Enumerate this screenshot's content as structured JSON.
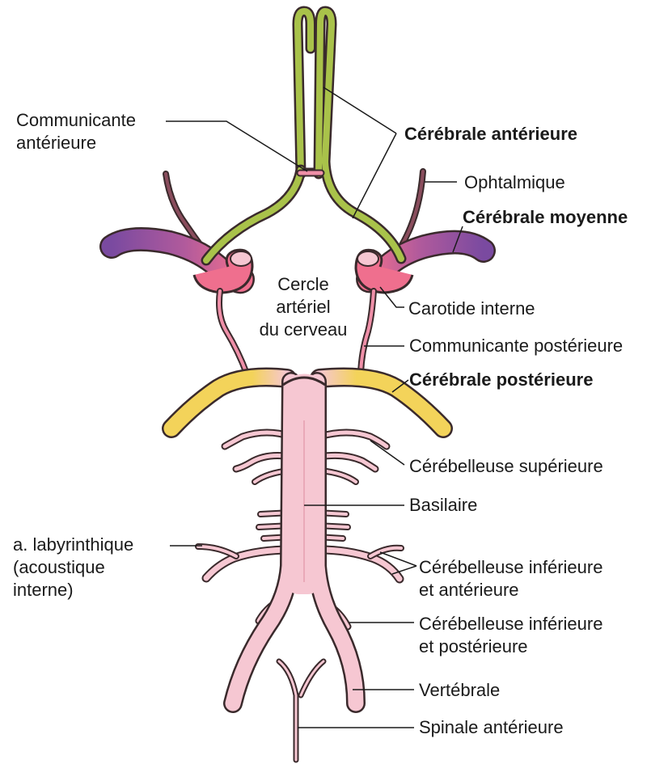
{
  "colors": {
    "vessel_fill": "#f6c7d2",
    "vessel_stroke": "#3a2a2c",
    "anterior": "#a9c24a",
    "middle": "#7a4aa0",
    "carotid": "#ef6f8e",
    "posterior": "#f3d35a",
    "ophthalmic": "#8a4d5d",
    "leader": "#1a1a1a"
  },
  "labels": {
    "communicante_anterieure": [
      "Communicante",
      "antérieure"
    ],
    "cerebrale_anterieure": "Cérébrale antérieure",
    "ophtalmique": "Ophtalmique",
    "cerebrale_moyenne": "Cérébrale moyenne",
    "cercle": [
      "Cercle",
      "artériel",
      "du cerveau"
    ],
    "carotide_interne": "Carotide interne",
    "communicante_posterieure": "Communicante postérieure",
    "cerebrale_posterieure": "Cérébrale postérieure",
    "cerebelleuse_superieure": "Cérébelleuse supérieure",
    "basilaire": "Basilaire",
    "labyrinthique": [
      "a. labyrinthique",
      "(acoustique",
      "interne)"
    ],
    "cerebelleuse_inf_ant": [
      "Cérébelleuse inférieure",
      "et antérieure"
    ],
    "cerebelleuse_inf_post": [
      "Cérébelleuse inférieure",
      "et postérieure"
    ],
    "vertebrale": "Vertébrale",
    "spinale_anterieure": "Spinale antérieure"
  }
}
